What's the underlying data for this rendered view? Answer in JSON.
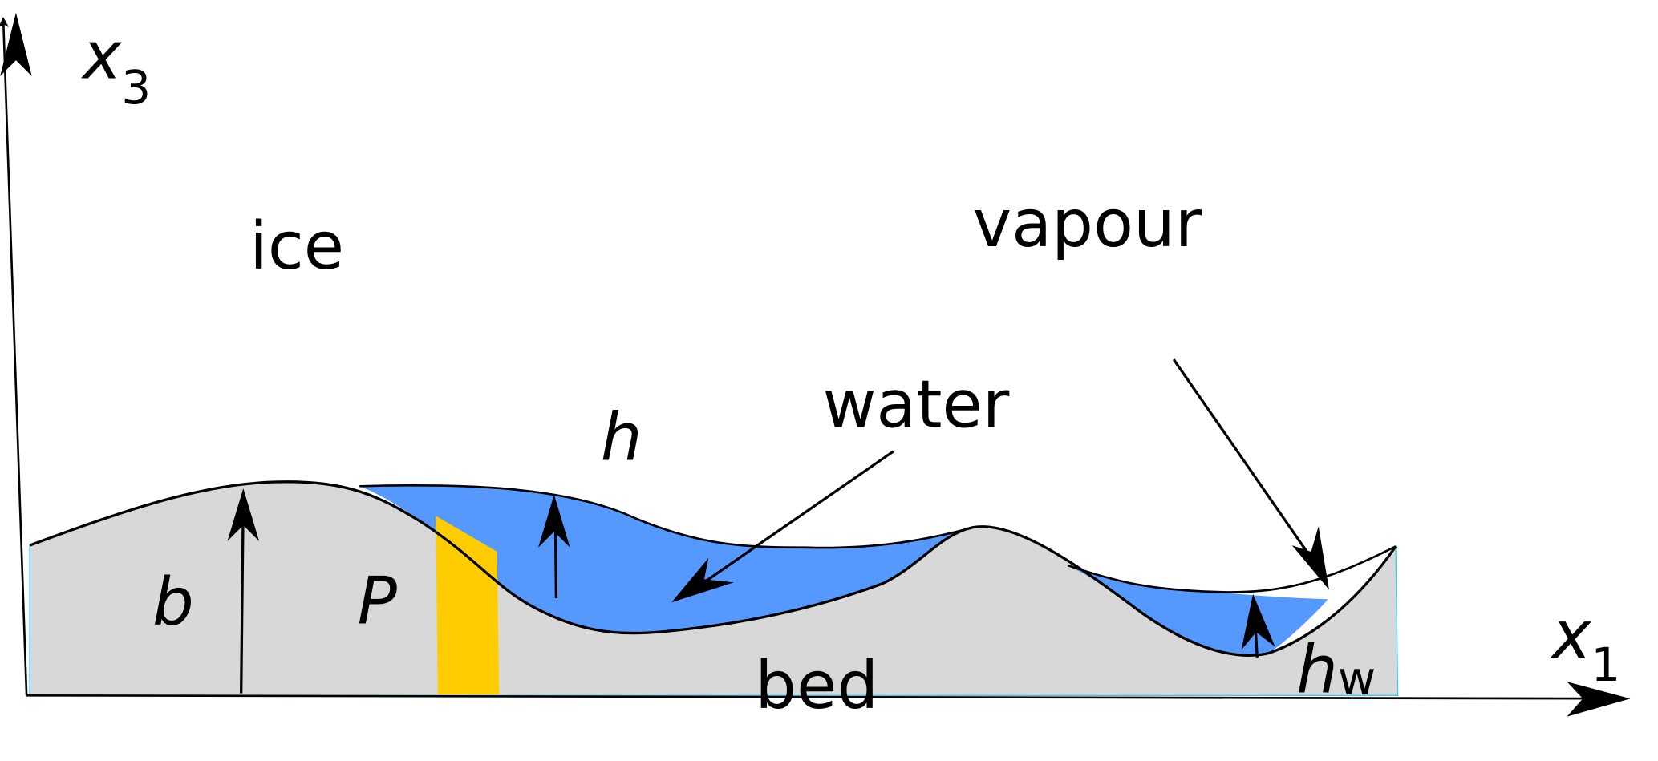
{
  "axes": {
    "x_label": "x",
    "x_sub": "1",
    "y_label": "x",
    "y_sub": "3"
  },
  "regions": {
    "ice": "ice",
    "water": "water",
    "vapour": "vapour",
    "bed": "bed"
  },
  "symbols": {
    "b": "b",
    "h": "h",
    "P": "P",
    "hw": "h",
    "hw_sub": "w"
  },
  "colors": {
    "bed": "#d8d8d8",
    "water": "#5599ff",
    "strip": "#ffcc00",
    "outline": "#000000",
    "edge": "#33ccff"
  }
}
